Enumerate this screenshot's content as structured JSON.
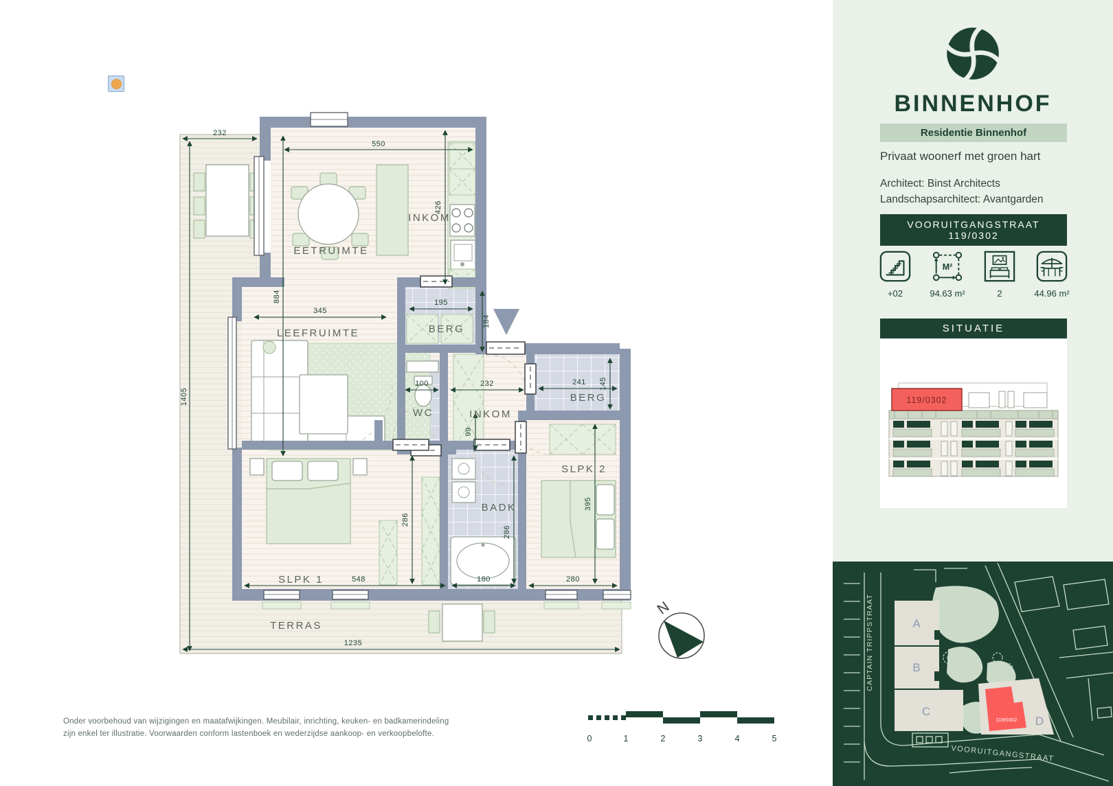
{
  "plan": {
    "rooms": {
      "eetruimte": "EETRUIMTE",
      "inkom_top": "INKOM",
      "leefruimte": "LEEFRUIMTE",
      "berg1": "BERG",
      "wc": "WC",
      "inkom_hall": "INKOM",
      "berg2": "BERG",
      "slpk2": "SLPK 2",
      "slpk1": "SLPK 1",
      "badk": "BADK",
      "terras": "TERRAS"
    },
    "dims": {
      "terrace_width": "232",
      "total_height": "1405",
      "eetruimte_width": "550",
      "kitchen_depth": "426",
      "living_height": "884",
      "leefruimte_width": "345",
      "berg1_width": "195",
      "berg1_depth": "184",
      "wc_width": "100",
      "inkom_width": "232",
      "hall_depth": "99",
      "berg2_width": "241",
      "berg2_depth": "145",
      "slpk1_depth": "286",
      "badk_depth": "286",
      "slpk2_depth": "395",
      "slpk1_width": "548",
      "badk_width": "180",
      "slpk2_width": "280",
      "total_width": "1235"
    },
    "compass_label": "N"
  },
  "sidebar": {
    "brand": "BINNENHOF",
    "residence": "Residentie Binnenhof",
    "tagline": "Privaat woonerf met groen hart",
    "architect": "Architect: Binst Architects",
    "landscape_architect": "Landschapsarchitect: Avantgarden",
    "address": "VOORUITGANGSTRAAT 119/0302",
    "m2_icon_label": "M²",
    "stats": [
      {
        "icon": "stairs-icon",
        "value": "+02"
      },
      {
        "icon": "area-icon",
        "value": "94.63 m²"
      },
      {
        "icon": "bedroom-icon",
        "value": "2"
      },
      {
        "icon": "terrace-icon",
        "value": "44.96 m²"
      }
    ],
    "situatie_title": "SITUATIE",
    "situatie_unit": "119/0302"
  },
  "sitemap": {
    "street_left": "CAPTAIN TRIPPSTRAAT",
    "street_bottom": "VOORUITGANGSTRAAT",
    "buildings": [
      "A",
      "B",
      "C",
      "D"
    ],
    "unit": "119/0302"
  },
  "footer": {
    "disclaimer_line1": "Onder voorbehoud van wijzigingen en maatafwijkingen. Meubilair, inrichting, keuken- en badkamerindeling",
    "disclaimer_line2": "zijn enkel ter illustratie. Voorwaarden conform lastenboek en wederzijdse aankoop- en verkoopbelofte.",
    "scale_ticks": [
      "0",
      "1",
      "2",
      "3",
      "4",
      "5"
    ]
  },
  "colors": {
    "brand_green": "#1d4232",
    "wall": "#8d99ae",
    "accent_red": "#f4615d"
  }
}
